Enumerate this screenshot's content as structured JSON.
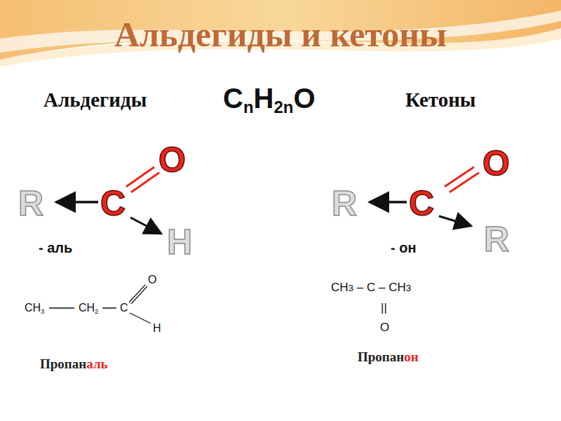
{
  "diagram": {
    "title": "Альдегиды и кетоны",
    "labels": [
      "Альдегиды",
      "C",
      "n",
      "H",
      "2n",
      "O",
      "Кетоны",
      "R",
      "C",
      "O",
      "H",
      "- аль",
      "CH",
      "3",
      "CH",
      "2",
      "C",
      "O",
      "H",
      "Пропан",
      "аль",
      "R",
      "C",
      "O",
      "R",
      "- он",
      "CH",
      "3",
      " – C – ",
      "CH",
      "3",
      "||",
      "O",
      "Пропан",
      "он"
    ]
  }
}
